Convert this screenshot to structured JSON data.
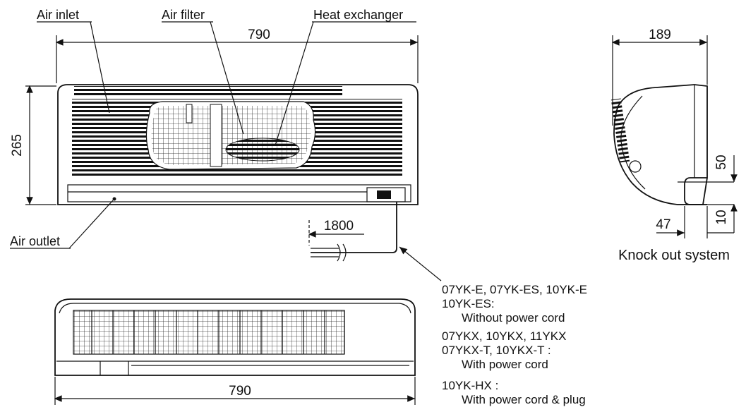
{
  "labels": {
    "air_inlet": "Air inlet",
    "air_filter": "Air filter",
    "heat_exchanger": "Heat exchanger",
    "air_outlet": "Air outlet",
    "knock_out_system": "Knock out system"
  },
  "dimensions": {
    "front_width": "790",
    "front_height": "265",
    "cord_length": "1800",
    "side_depth": "189",
    "knockout_height": "50",
    "knockout_offset_vertical": "10",
    "knockout_offset_horizontal": "47",
    "bottom_width": "790"
  },
  "notes": [
    "07YK-E, 07YK-ES, 10YK-E",
    "10YK-ES:",
    "Without power cord",
    "07YKX, 10YKX, 11YKX",
    "07YKX-T, 10YKX-T :",
    "With power cord",
    "10YK-HX :",
    "With power cord & plug"
  ]
}
